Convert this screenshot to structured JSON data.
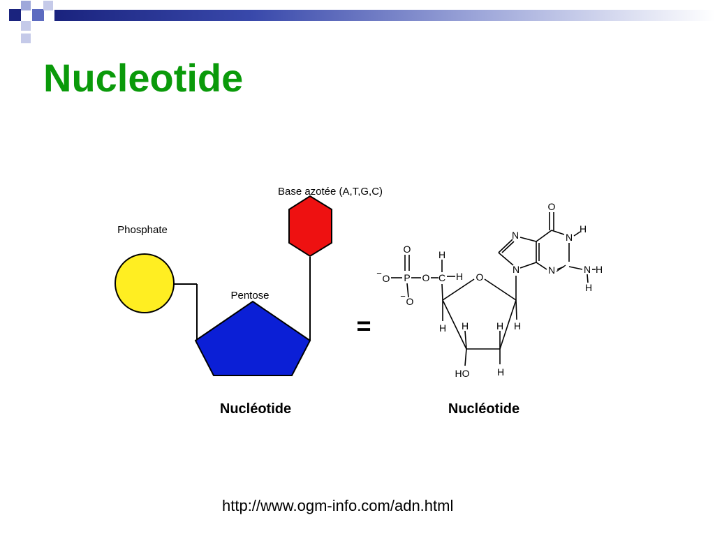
{
  "slide": {
    "title": "Nucleotide",
    "source_url": "http://www.ogm-info.com/adn.html"
  },
  "schematic": {
    "phosphate_label": "Phosphate",
    "pentose_label": "Pentose",
    "base_label": "Base azotée (A,T,G,C)",
    "caption": "Nucléotide",
    "phosphate_color": "#ffee22",
    "pentose_color": "#0b1fd6",
    "base_color": "#ee1111"
  },
  "equals_sign": "=",
  "structure": {
    "caption": "Nucléotide",
    "atoms": {
      "phos_o_top": "O",
      "phos_p": "P",
      "phos_o_left": "O",
      "phos_o_minus_sign": "−",
      "phos_o_bottom": "O",
      "phos_o_bottom_minus_sign": "−",
      "phos_o_right": "O",
      "c5": "C",
      "c5_h_top": "H",
      "c5_h_right": "H",
      "ring_o": "O",
      "c4_h": "H",
      "c3_h": "H",
      "c2_h_up": "H",
      "c1_h": "H",
      "c3_oh": "HO",
      "c2_h_down": "H",
      "n9": "N",
      "n7": "N",
      "n3": "N",
      "n1": "N",
      "n1_h": "H",
      "c6_o": "O",
      "amino_n": "N",
      "amino_h_right": "H",
      "amino_h_down": "H"
    }
  }
}
